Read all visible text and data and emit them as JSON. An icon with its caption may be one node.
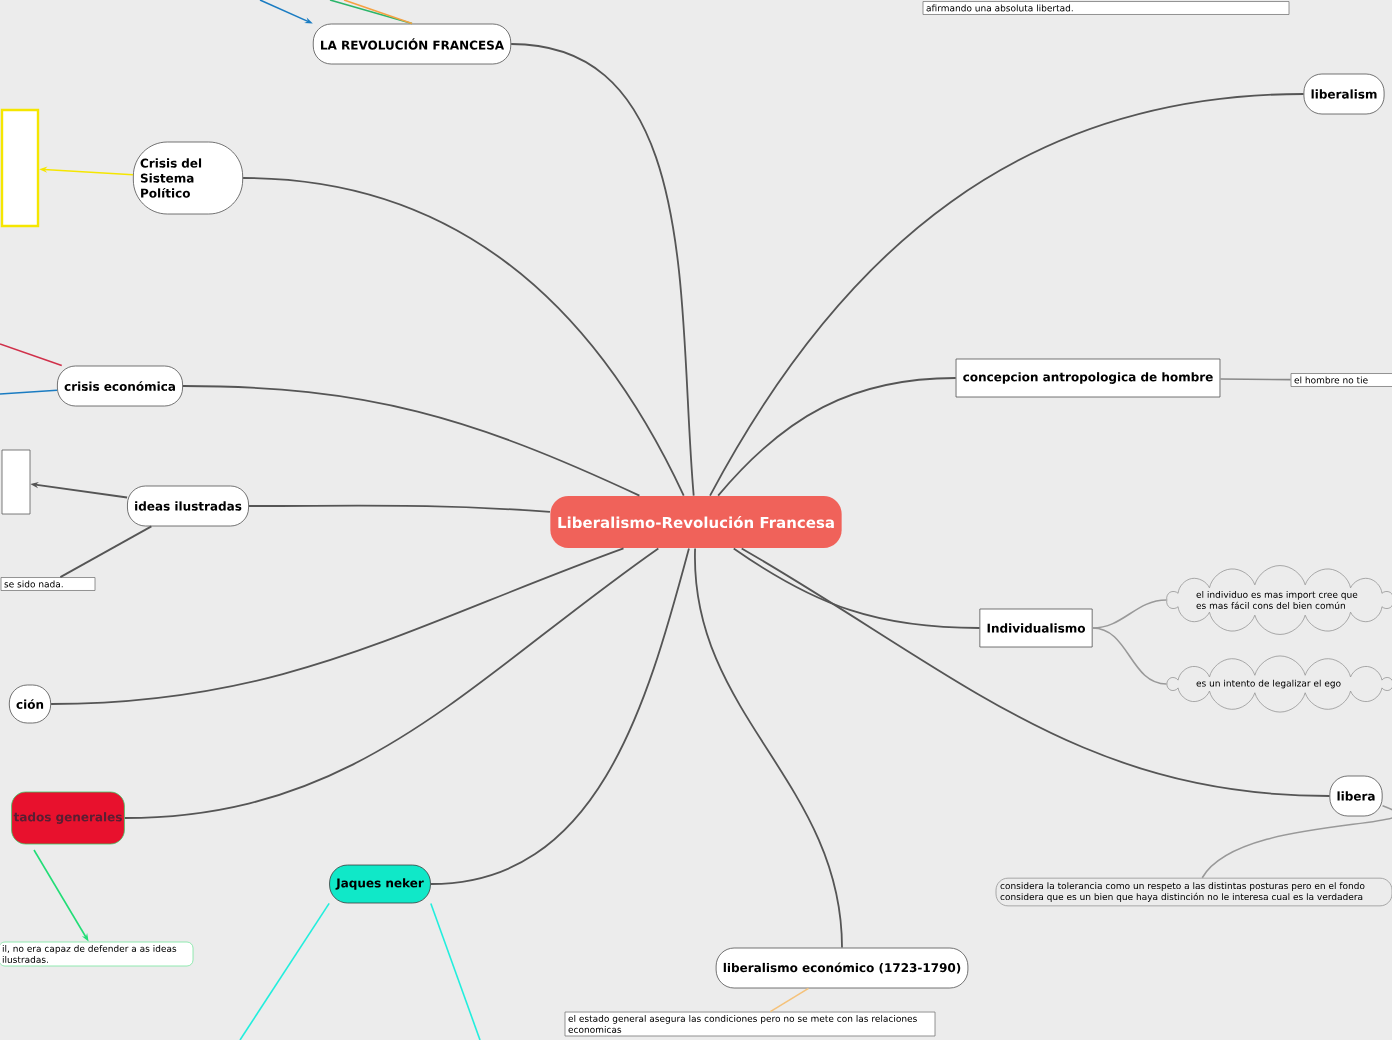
{
  "diagram": {
    "nodes": [
      {
        "text": [
          "Liberalismo-Revolución Francesa"
        ]
      },
      {
        "text": [
          "LA REVOLUCIÓN FRANCESA"
        ]
      },
      {
        "text": [
          "Crisis del Sistema Político"
        ]
      },
      {
        "text": [],
        "shape": "box"
      },
      {
        "text": [
          "crisis económica"
        ]
      },
      {
        "text": [
          "ideas ilustradas"
        ]
      },
      {
        "text": [],
        "shape": "box"
      },
      {
        "text": [
          "se sido nada."
        ]
      },
      {
        "text": [
          "ción"
        ]
      },
      {
        "text": [
          "tados generales"
        ]
      },
      {
        "text": [
          "Jaques neker"
        ]
      },
      {
        "text": [
          "il, no era capaz de defender a as ideas ilustradas."
        ]
      },
      {
        "text": [
          "liberalismo económico (1723-1790)"
        ]
      },
      {
        "text": [
          "el estado general asegura las condiciones pero no se mete con las relaciones economicas"
        ]
      },
      {
        "text": [
          "liberalism"
        ]
      },
      {
        "text": [
          "afirmando una absoluta libertad."
        ]
      },
      {
        "text": [
          "concepcion antropologica de hombre"
        ]
      },
      {
        "text": [
          "el hombre no tie"
        ]
      },
      {
        "text": [
          "Individualismo"
        ]
      },
      {
        "text": [
          "el individuo es mas import cree que es mas fácil cons del bien común"
        ]
      },
      {
        "text": [
          "es un intento de legalizar el ego"
        ]
      },
      {
        "text": [
          "libera"
        ]
      },
      {
        "text": [
          "considera la tolerancia como un respeto a las distintas posturas pero en el fondo considera  que es un bien que haya distinción no le interesa cual es la verdadera"
        ]
      }
    ],
    "edges": [
      {
        "from": 0,
        "to": 1,
        "arrow": "none"
      },
      {
        "from": 0,
        "to": 2,
        "arrow": "none"
      },
      {
        "from": 0,
        "to": 4,
        "arrow": "none"
      },
      {
        "from": 0,
        "to": 5,
        "arrow": "none"
      },
      {
        "from": 0,
        "to": 8,
        "arrow": "none"
      },
      {
        "from": 0,
        "to": 9,
        "arrow": "none"
      },
      {
        "from": 0,
        "to": 10,
        "arrow": "none"
      },
      {
        "from": 0,
        "to": 12,
        "arrow": "none"
      },
      {
        "from": 0,
        "to": 14,
        "arrow": "none"
      },
      {
        "from": 0,
        "to": 16,
        "arrow": "none"
      },
      {
        "from": 0,
        "to": 18,
        "arrow": "none"
      },
      {
        "from": 0,
        "to": 21,
        "arrow": "none"
      },
      {
        "from": 2,
        "to": 3,
        "arrow": "to",
        "color": "#f5e600"
      },
      {
        "from": null,
        "to": 1,
        "arrow": "to",
        "color": "#1a7cc2"
      },
      {
        "from": 1,
        "to": null,
        "arrow": "none",
        "color": "#2bb56a"
      },
      {
        "from": 1,
        "to": null,
        "arrow": "none",
        "color": "#f5a142"
      },
      {
        "from": 4,
        "to": null,
        "arrow": "none",
        "color": "#d0304a"
      },
      {
        "from": 4,
        "to": null,
        "arrow": "none",
        "color": "#1a7cc2"
      },
      {
        "from": 5,
        "to": 6,
        "arrow": "to"
      },
      {
        "from": 5,
        "to": 7,
        "arrow": "none"
      },
      {
        "from": 9,
        "to": 11,
        "arrow": "to",
        "color": "#22dd77"
      },
      {
        "from": 10,
        "to": null,
        "arrow": "none",
        "color": "#22eedd"
      },
      {
        "from": 10,
        "to": null,
        "arrow": "none",
        "color": "#22eedd"
      },
      {
        "from": 12,
        "to": 13,
        "arrow": "none",
        "color": "#f5c27a"
      },
      {
        "from": 16,
        "to": 17,
        "arrow": "none",
        "color": "#888888"
      },
      {
        "from": 18,
        "to": 19,
        "arrow": "none",
        "color": "#999999"
      },
      {
        "from": 18,
        "to": 20,
        "arrow": "none",
        "color": "#999999"
      },
      {
        "from": 21,
        "to": 22,
        "arrow": "none",
        "color": "#999999"
      }
    ]
  }
}
